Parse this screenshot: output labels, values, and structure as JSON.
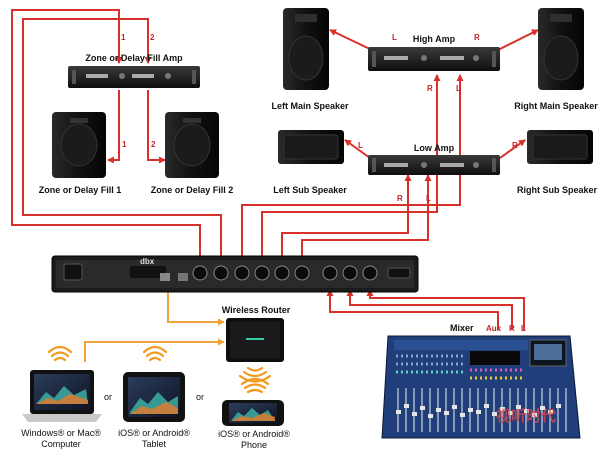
{
  "colors": {
    "signal_red": "#d9302b",
    "network_orange": "#f1a33a",
    "wifi_orange": "#f39a1e",
    "device_black": "#141414",
    "mixer_blue": "#1f3e7a",
    "watermark_red": "#e14a4a"
  },
  "labels": {
    "zone_amp": "Zone or Delay Fill Amp",
    "zone_fill_1": "Zone or Delay Fill 1",
    "zone_fill_2": "Zone or Delay Fill 2",
    "high_amp": "High Amp",
    "low_amp": "Low Amp",
    "left_main": "Left Main Speaker",
    "right_main": "Right Main Speaker",
    "left_sub": "Left Sub Speaker",
    "right_sub": "Right Sub Speaker",
    "wireless_router": "Wireless Router",
    "mixer": "Mixer",
    "computer_line1": "Windows® or Mac®",
    "computer_line2": "Computer",
    "tablet_line1": "iOS® or Android®",
    "tablet_line2": "Tablet",
    "phone_line1": "iOS® or Android®",
    "phone_line2": "Phone",
    "or": "or",
    "dbx_logo": "dbx"
  },
  "channel_marks": {
    "one": "1",
    "two": "2",
    "L": "L",
    "R": "R",
    "aux": "Aux"
  },
  "watermark": "视听时代"
}
